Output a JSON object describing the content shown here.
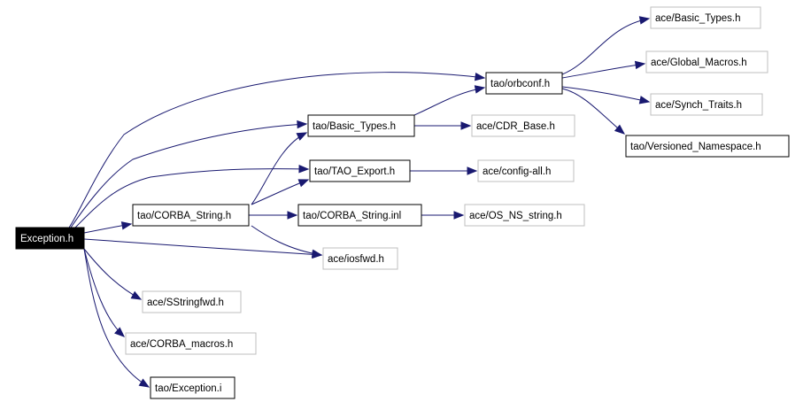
{
  "graph": {
    "title": "",
    "colors": {
      "edge": "#191970",
      "external_border": "#bfbfbf",
      "internal_border": "#000000",
      "root_fill": "#000000",
      "root_text": "#ffffff"
    },
    "nodes": [
      {
        "id": "exception_h",
        "label": "Exception.h",
        "kind": "root"
      },
      {
        "id": "tao_corba_string_h",
        "label": "tao/CORBA_String.h",
        "kind": "internal"
      },
      {
        "id": "tao_basic_types_h",
        "label": "tao/Basic_Types.h",
        "kind": "internal"
      },
      {
        "id": "tao_tao_export_h",
        "label": "tao/TAO_Export.h",
        "kind": "internal"
      },
      {
        "id": "tao_corba_string_inl",
        "label": "tao/CORBA_String.inl",
        "kind": "internal"
      },
      {
        "id": "tao_orbconf_h",
        "label": "tao/orbconf.h",
        "kind": "internal"
      },
      {
        "id": "tao_versioned_namespace_h",
        "label": "tao/Versioned_Namespace.h",
        "kind": "internal"
      },
      {
        "id": "tao_exception_i",
        "label": "tao/Exception.i",
        "kind": "internal"
      },
      {
        "id": "ace_basic_types_h",
        "label": "ace/Basic_Types.h",
        "kind": "external"
      },
      {
        "id": "ace_global_macros_h",
        "label": "ace/Global_Macros.h",
        "kind": "external"
      },
      {
        "id": "ace_synch_traits_h",
        "label": "ace/Synch_Traits.h",
        "kind": "external"
      },
      {
        "id": "ace_cdr_base_h",
        "label": "ace/CDR_Base.h",
        "kind": "external"
      },
      {
        "id": "ace_config_all_h",
        "label": "ace/config-all.h",
        "kind": "external"
      },
      {
        "id": "ace_os_ns_string_h",
        "label": "ace/OS_NS_string.h",
        "kind": "external"
      },
      {
        "id": "ace_iosfwd_h",
        "label": "ace/iosfwd.h",
        "kind": "external"
      },
      {
        "id": "ace_sstringfwd_h",
        "label": "ace/SStringfwd.h",
        "kind": "external"
      },
      {
        "id": "ace_corba_macros_h",
        "label": "ace/CORBA_macros.h",
        "kind": "external"
      }
    ],
    "edges": [
      {
        "from": "exception_h",
        "to": "tao_corba_string_h"
      },
      {
        "from": "exception_h",
        "to": "tao_orbconf_h"
      },
      {
        "from": "exception_h",
        "to": "tao_basic_types_h"
      },
      {
        "from": "exception_h",
        "to": "tao_tao_export_h"
      },
      {
        "from": "exception_h",
        "to": "ace_iosfwd_h"
      },
      {
        "from": "exception_h",
        "to": "ace_sstringfwd_h"
      },
      {
        "from": "exception_h",
        "to": "ace_corba_macros_h"
      },
      {
        "from": "exception_h",
        "to": "tao_exception_i"
      },
      {
        "from": "tao_corba_string_h",
        "to": "tao_basic_types_h"
      },
      {
        "from": "tao_corba_string_h",
        "to": "tao_tao_export_h"
      },
      {
        "from": "tao_corba_string_h",
        "to": "tao_corba_string_inl"
      },
      {
        "from": "tao_corba_string_h",
        "to": "ace_iosfwd_h"
      },
      {
        "from": "tao_basic_types_h",
        "to": "tao_orbconf_h"
      },
      {
        "from": "tao_basic_types_h",
        "to": "ace_cdr_base_h"
      },
      {
        "from": "tao_tao_export_h",
        "to": "ace_config_all_h"
      },
      {
        "from": "tao_corba_string_inl",
        "to": "ace_os_ns_string_h"
      },
      {
        "from": "tao_orbconf_h",
        "to": "ace_basic_types_h"
      },
      {
        "from": "tao_orbconf_h",
        "to": "ace_global_macros_h"
      },
      {
        "from": "tao_orbconf_h",
        "to": "ace_synch_traits_h"
      },
      {
        "from": "tao_orbconf_h",
        "to": "tao_versioned_namespace_h"
      }
    ]
  }
}
